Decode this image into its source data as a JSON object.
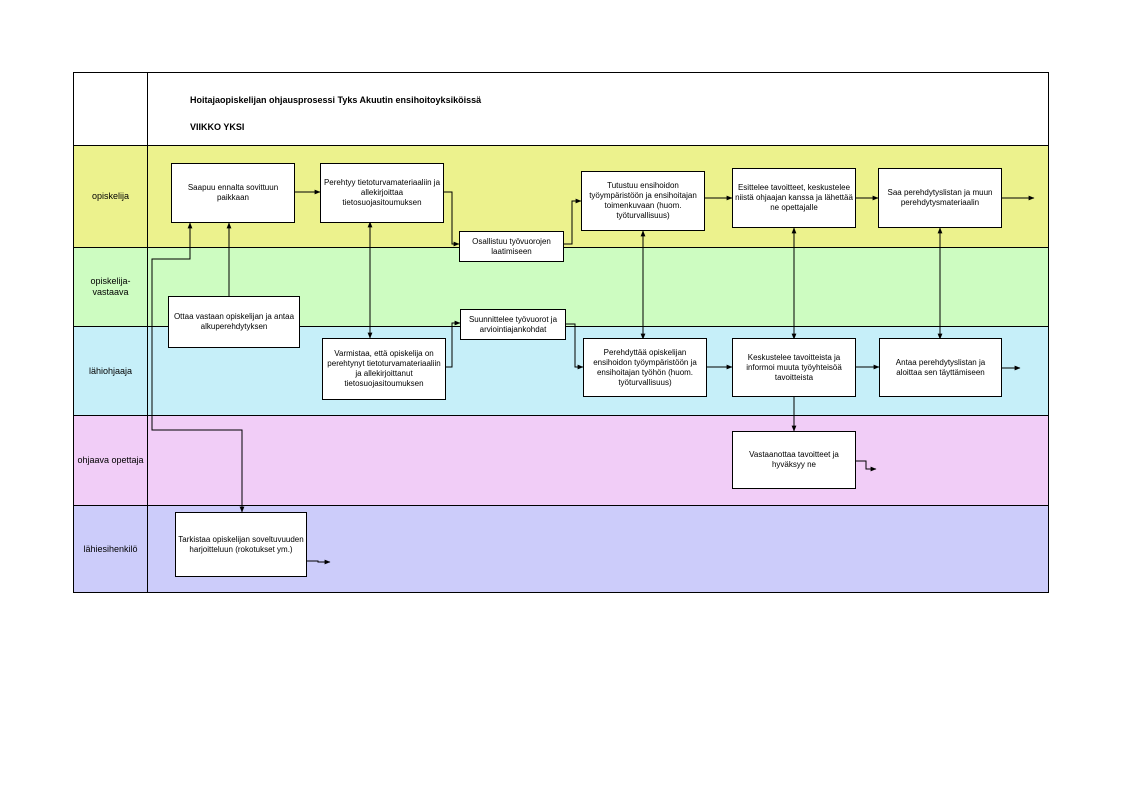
{
  "header": {
    "title": "Hoitajaopiskelijan ohjausprosessi Tyks Akuutin ensihoitoyksiköissä",
    "subtitle": "VIIKKO YKSI"
  },
  "lanes": [
    {
      "label": "opiskelija",
      "color": "#ecf28d"
    },
    {
      "label": "opiskelija-\nvastaava",
      "color": "#cdfcc1"
    },
    {
      "label": "lähiohjaaja",
      "color": "#c6eff9"
    },
    {
      "label": "ohjaava opettaja",
      "color": "#f1cdf7"
    },
    {
      "label": "lähiesihenkilö",
      "color": "#ccccfa"
    }
  ],
  "steps": {
    "saapuu": "Saapuu ennalta sovittuun paikkaan",
    "perehtyy": "Perehtyy tietoturvamateriaaliin ja allekirjoittaa tietosuojasitoumuksen",
    "osallistuu": "Osallistuu työvuorojen laatimiseen",
    "tutustuu": "Tutustuu ensihoidon työympäristöön ja ensihoitajan toimenkuvaan (huom. työturvallisuus)",
    "esittelee": "Esittelee tavoitteet, keskustelee niistä ohjaajan kanssa ja lähettää ne opettajalle",
    "saa": "Saa perehdytyslistan ja muun perehdytysmateriaalin",
    "ottaa": "Ottaa vastaan opiskelijan ja antaa alkuperehdytyksen",
    "suunnittelee": "Suunnittelee työvuorot ja arviointiajankohdat",
    "varmistaa": "Varmistaa, että opiskelija on perehtynyt tietoturvamateriaaliin ja allekirjoittanut tietosuojasitoumuksen",
    "perehdyttaa": "Perehdyttää opiskelijan ensihoidon työympäristöön ja ensihoitajan työhön (huom. työturvallisuus)",
    "keskustelee": "Keskustelee tavoitteista ja informoi muuta työyhteisöä tavoitteista",
    "antaa": "Antaa perehdytyslistan ja aloittaa sen täyttämiseen",
    "vastaanottaa": "Vastaanottaa tavoitteet ja hyväksyy ne",
    "tarkistaa": "Tarkistaa opiskelijan soveltuvuuden harjoitteluun (rokotukset ym.)"
  }
}
